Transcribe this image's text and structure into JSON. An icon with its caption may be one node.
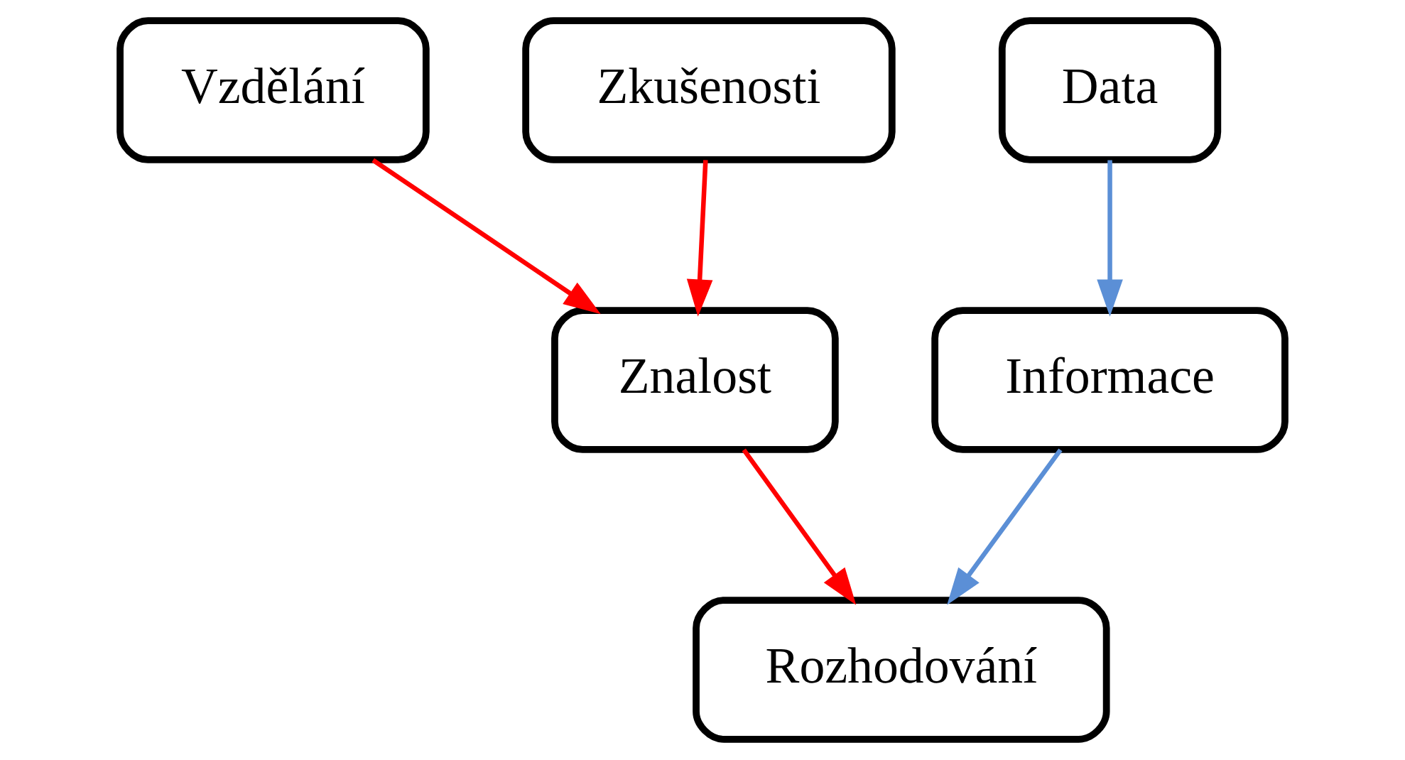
{
  "diagram": {
    "nodes": [
      {
        "text": [
          "Vzdělání"
        ]
      },
      {
        "text": [
          "Zkušenosti"
        ]
      },
      {
        "text": [
          "Data"
        ]
      },
      {
        "text": [
          "Znalost"
        ]
      },
      {
        "text": [
          "Informace"
        ]
      },
      {
        "text": [
          "Rozhodování"
        ]
      }
    ],
    "edges": [
      {
        "from": 0,
        "to": 3,
        "arrow": "to"
      },
      {
        "from": 1,
        "to": 3,
        "arrow": "to"
      },
      {
        "from": 2,
        "to": 4,
        "arrow": "to",
        "color": "#5b8fd6"
      },
      {
        "from": 3,
        "to": 5,
        "arrow": "to"
      },
      {
        "from": 4,
        "to": 5,
        "arrow": "to",
        "color": "#5b8fd6"
      }
    ]
  }
}
